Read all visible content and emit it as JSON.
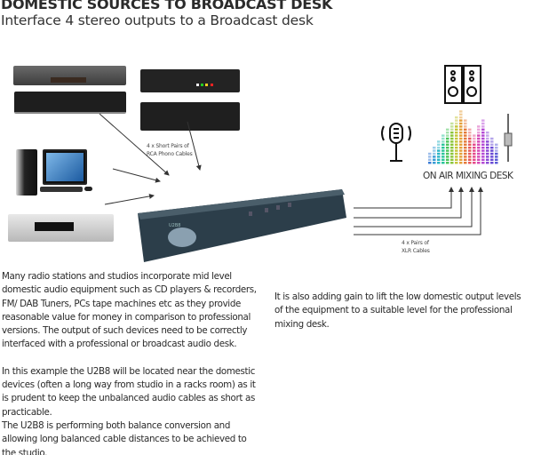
{
  "header": {
    "title": "DOMESTIC SOURCES TO BROADCAST DESK",
    "subtitle": "Interface 4 stereo outputs to a Broadcast desk"
  },
  "diagram": {
    "rca_caption_line1": "4 x Short Pairs of",
    "rca_caption_line2": "RCA Phono Cables",
    "xlr_caption_line1": "4 x Pairs of",
    "xlr_caption_line2": "XLR Cables",
    "desk_label": "ON AIR MIXING DESK",
    "device_label": "U2B8",
    "colors": {
      "u2b8_body": "#2c3e4a",
      "arrow": "#333333"
    }
  },
  "body": {
    "left_p1": "Many radio stations and studios incorporate mid level domestic audio equipment such as CD players & recorders, FM/ DAB Tuners, PCs tape machines etc as they provide reasonable value for money in comparison to professional versions. The output of such devices need to be correctly interfaced with a professional or broadcast audio desk.",
    "left_p2": "In this example the U2B8 will be located near the domestic devices (often a long way from studio in a racks room) as it is prudent to keep the unbalanced audio cables as short as practicable.",
    "left_p3": "The U2B8 is performing both balance conversion and allowing long balanced cable distances to be achieved to the studio.",
    "right_p1": "It is also adding gain to lift the low domestic output levels of the equipment to a suitable level for the professional mixing desk."
  }
}
